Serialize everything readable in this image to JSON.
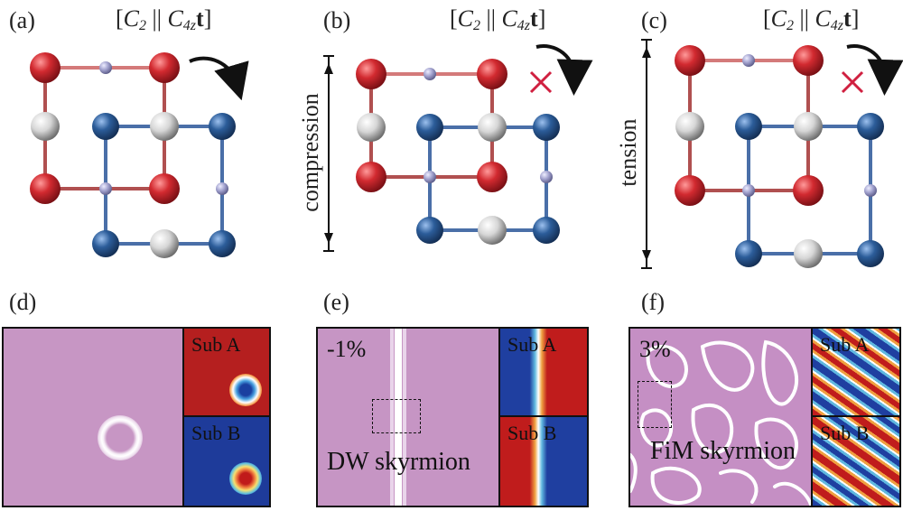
{
  "panels": {
    "a": {
      "label": "(a)"
    },
    "b": {
      "label": "(b)"
    },
    "c": {
      "label": "(c)"
    },
    "d": {
      "label": "(d)"
    },
    "e": {
      "label": "(e)",
      "strain": "-1%",
      "caption": "DW skyrmion"
    },
    "f": {
      "label": "(f)",
      "strain": "3%",
      "caption": "FiM skyrmion"
    }
  },
  "symmetry": {
    "open": "[",
    "c2": "C",
    "c2_sub": "2",
    "bar": " || ",
    "c4": "C",
    "c4_sub": "4z",
    "t": "t",
    "close": "]"
  },
  "strain_labels": {
    "b": "compression",
    "c": "tension"
  },
  "insets": {
    "sub_a": "Sub A",
    "sub_b": "Sub B"
  },
  "colors": {
    "red_atom": "#c0272d",
    "blue_atom": "#2a5a96",
    "gray_atom": "#b9b9b9",
    "small_atom": "#a8a8cc",
    "cross": "#d02040",
    "map_background": "#c88fc8"
  },
  "icons": [
    "rotation-arrow-icon",
    "forbidden-cross-icon",
    "double-arrow-icon"
  ]
}
